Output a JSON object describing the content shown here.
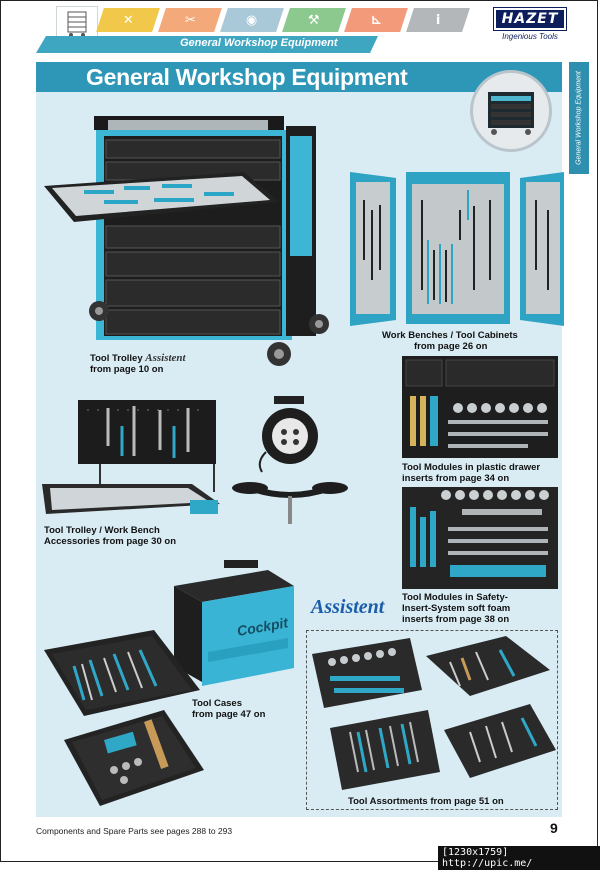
{
  "header": {
    "section_label": "General Workshop Equipment",
    "tabs": [
      {
        "icon": "wrench-screwdriver-icon",
        "color": "#f2c84b"
      },
      {
        "icon": "pliers-icon",
        "color": "#f4a97a"
      },
      {
        "icon": "socket-icon",
        "color": "#a9c8d8"
      },
      {
        "icon": "measuring-icon",
        "color": "#8cc98e"
      },
      {
        "icon": "caliper-icon",
        "color": "#f29a7a"
      },
      {
        "icon": "info-icon",
        "color": "#b4b7b9",
        "glyph": "i"
      }
    ],
    "logo": {
      "brand": "HAZET",
      "tagline": "Ingenious Tools"
    }
  },
  "side_tab": {
    "text": "General Workshop Equipment"
  },
  "page_title": "General Workshop Equipment",
  "captions": {
    "trolley": [
      "Tool Trolley",
      "from page 10 on"
    ],
    "trolley_script": "Assistent",
    "benches": [
      "Work Benches / Tool Cabinets",
      "from page 26 on"
    ],
    "modules_plastic": [
      "Tool Modules in plastic drawer",
      "inserts from page 34 on"
    ],
    "accessories": [
      "Tool Trolley / Work Bench",
      "Accessories from page 30 on"
    ],
    "modules_foam": [
      "Tool Modules in Safety-",
      "Insert-System soft foam",
      "inserts from page 38 on"
    ],
    "cases": [
      "Tool Cases",
      "from page 47 on"
    ],
    "assortments": "Tool Assortments from page 51 on",
    "assist_logo": "Assistent"
  },
  "footer": {
    "text": "Components and Spare Parts see pages 288 to 293",
    "page": "9"
  },
  "watermark": "[1230x1759] http://upic.me/",
  "colors": {
    "brand_blue": "#2e97b8",
    "panel": "#d9ecf4",
    "dark": "#1c1c1c"
  }
}
